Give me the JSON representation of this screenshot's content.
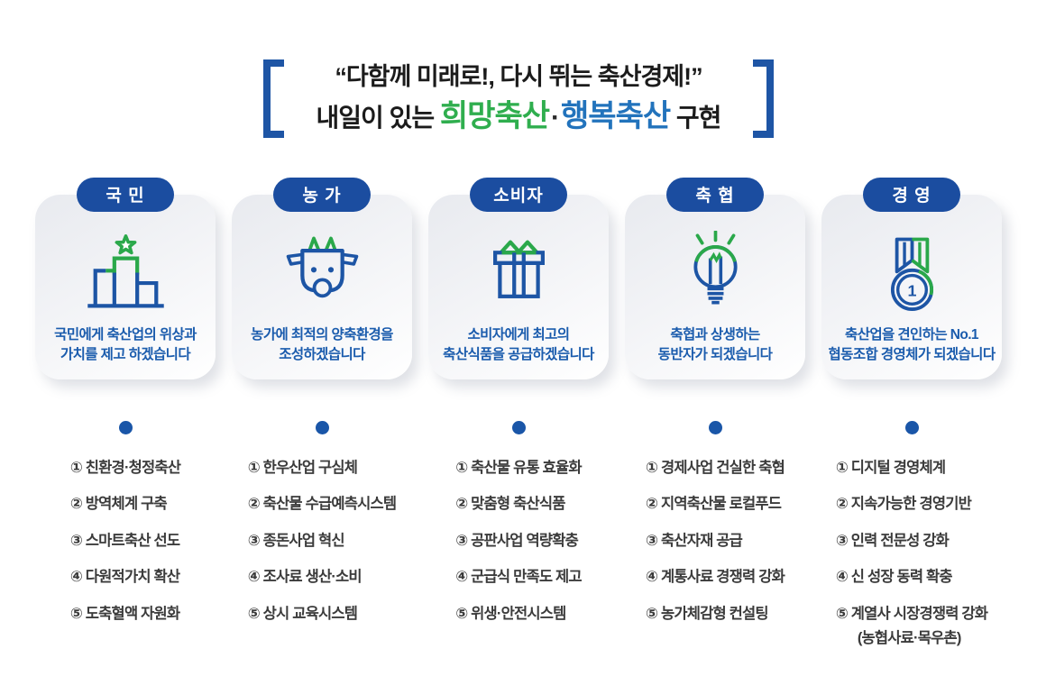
{
  "header": {
    "line1": {
      "bold1": "“다함께 미래로!",
      "mid": ", 다시 뛰는 ",
      "bold2": "축산경제!”"
    },
    "line2": {
      "prefix": "내일이 있는 ",
      "green": "희망축산",
      "separator": "·",
      "blue": "행복축산",
      "suffix": " 구현"
    }
  },
  "colors": {
    "badge_blue": "#1b4da0",
    "icon_blue": "#1d55a5",
    "icon_green": "#2aa84a",
    "header_green": "#2fae4e",
    "header_blue": "#2273bc",
    "bracket_blue": "#1e55a5",
    "desc_blue": "#1b5cad",
    "dot_blue": "#1a56a8"
  },
  "columns": [
    {
      "badge": "국 민",
      "icon": "podium-chart-star-icon",
      "desc1": "국민에게 축산업의 위상과",
      "desc2": "가치를 제고 하겠습니다",
      "items": [
        "① 친환경·청정축산",
        "② 방역체계 구축",
        "③ 스마트축산 선도",
        "④ 다원적가치 확산",
        "⑤ 도축혈액 자원화"
      ]
    },
    {
      "badge": "농 가",
      "icon": "cow-icon",
      "desc1": "농가에 최적의 양축환경을",
      "desc2": "조성하겠습니다",
      "items": [
        "① 한우산업 구심체",
        "② 축산물 수급예측시스템",
        "③ 종돈사업 혁신",
        "④ 조사료 생산·소비",
        "⑤ 상시 교육시스템"
      ]
    },
    {
      "badge": "소비자",
      "icon": "gift-box-icon",
      "desc1": "소비자에게 최고의",
      "desc2": "축산식품을 공급하겠습니다",
      "items": [
        "① 축산물 유통 효율화",
        "② 맞춤형 축산식품",
        "③ 공판사업 역량확충",
        "④ 군급식 만족도 제고",
        "⑤ 위생·안전시스템"
      ]
    },
    {
      "badge": "축 협",
      "icon": "lightbulb-icon",
      "desc1": "축협과 상생하는",
      "desc2": "동반자가 되겠습니다",
      "items": [
        "① 경제사업 건실한 축협",
        "② 지역축산물 로컬푸드",
        "③ 축산자재 공급",
        "④ 계통사료 경쟁력 강화",
        "⑤ 농가체감형 컨설팅"
      ]
    },
    {
      "badge": "경 영",
      "icon": "medal-first-place-icon",
      "desc1": "축산업을 견인하는 No.1",
      "desc2": "협동조합 경영체가 되겠습니다",
      "items": [
        "① 디지털 경영체계",
        "② 지속가능한 경영기반",
        "③ 인력 전문성 강화",
        "④ 신 성장 동력 확충",
        "⑤ 계열사 시장경쟁력 강화"
      ],
      "item5_sub": "(농협사료·목우촌)",
      "medal_number": "1"
    }
  ]
}
